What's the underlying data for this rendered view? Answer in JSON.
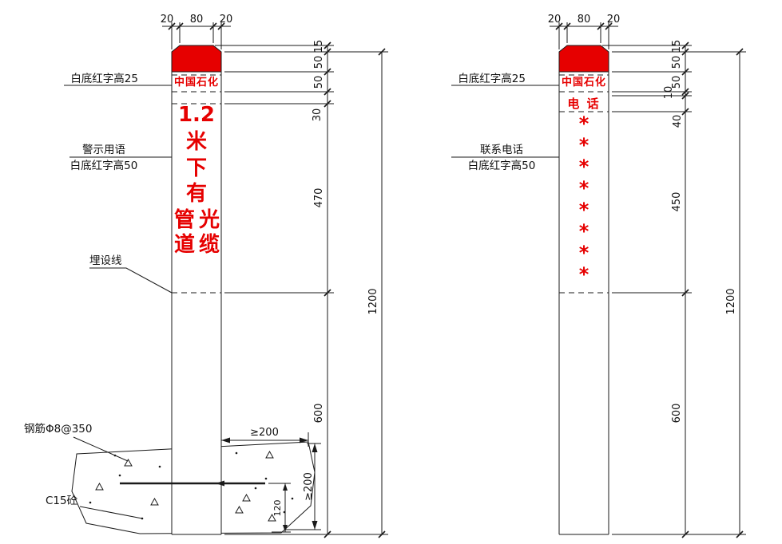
{
  "drawing": {
    "accent_red": "#e60000",
    "line_color": "#1a1a1a"
  },
  "left_post": {
    "top_dims": [
      "20",
      "80",
      "20"
    ],
    "cap_label": "白底红字高25",
    "brand": "中国石化",
    "warning_label_top": "警示用语",
    "warning_label_bottom": "白底红字高50",
    "warning_chars": [
      "1.2",
      "米",
      "下",
      "有",
      "管",
      "光",
      "道",
      "缆"
    ],
    "burial_label": "埋设线",
    "rebar_label": "钢筋Φ8@350",
    "concrete_label": "C15砼",
    "dim_offset": "≥200",
    "dim_depth": "≥200",
    "dim_rebar_cover": "120",
    "chain_dims": [
      "15",
      "50",
      "50",
      "30",
      "470",
      "600"
    ],
    "total_dim": "1200"
  },
  "right_post": {
    "top_dims": [
      "20",
      "80",
      "20"
    ],
    "cap_label": "白底红字高25",
    "brand": "中国石化",
    "phone_band": "电 话",
    "contact_label_top": "联系电话",
    "contact_label_bottom": "白底红字高50",
    "phone_placeholder": [
      "*",
      "*",
      "*",
      "*",
      "*",
      "*",
      "*",
      "*"
    ],
    "chain_dims": [
      "15",
      "50",
      "50",
      "10",
      "40",
      "450",
      "600"
    ],
    "total_dim": "1200"
  }
}
